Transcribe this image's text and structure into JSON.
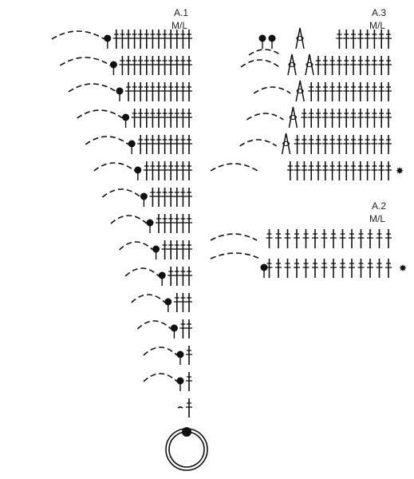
{
  "colors": {
    "ink": "#111111",
    "background": "#ffffff"
  },
  "charts": {
    "a1": {
      "title": "A.1",
      "subtitle": "M/L",
      "rows_from_top": [
        {
          "lead": "slip-stitch",
          "trebles": 13
        },
        {
          "lead": "slip-stitch",
          "trebles": 12
        },
        {
          "lead": "slip-stitch",
          "trebles": 11
        },
        {
          "lead": "slip-stitch",
          "trebles": 10
        },
        {
          "lead": "slip-stitch",
          "trebles": 9
        },
        {
          "lead": "slip-stitch",
          "trebles": 8
        },
        {
          "lead": "slip-stitch",
          "trebles": 7
        },
        {
          "lead": "slip-stitch",
          "trebles": 6
        },
        {
          "lead": "slip-stitch",
          "trebles": 5
        },
        {
          "lead": "slip-stitch",
          "trebles": 4
        },
        {
          "lead": "slip-stitch",
          "trebles": 3
        },
        {
          "lead": "slip-stitch",
          "trebles": 2
        },
        {
          "lead": "slip-stitch",
          "trebles": 1
        },
        {
          "lead": "slip-stitch",
          "trebles": 1
        },
        {
          "lead": "none",
          "trebles": 1
        }
      ],
      "start": "magic-ring"
    },
    "a2": {
      "title": "A.2",
      "subtitle": "M/L",
      "rows_from_top": [
        {
          "lead": "none",
          "trebles": 14
        },
        {
          "lead": "slip-stitch",
          "trebles": 14,
          "star": "✸"
        }
      ]
    },
    "a3": {
      "title": "A.3",
      "subtitle": "M/L",
      "rows_from_top": [
        {
          "lead": "two-slip-stitches",
          "decrease": 1,
          "trebles": 8
        },
        {
          "lead": "none",
          "decrease": 2,
          "trebles": 11
        },
        {
          "lead": "none",
          "decrease": 1,
          "trebles": 12
        },
        {
          "lead": "none",
          "decrease": 1,
          "trebles": 13
        },
        {
          "lead": "none",
          "decrease": 1,
          "trebles": 14
        },
        {
          "lead": "none",
          "trebles": 15,
          "star": "✸"
        }
      ]
    }
  }
}
